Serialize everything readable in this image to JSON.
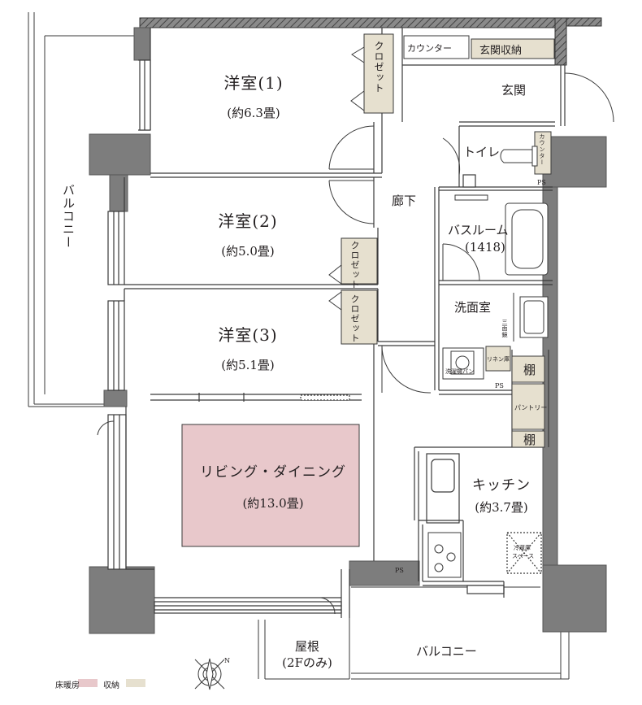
{
  "colors": {
    "wall": "#7d7d7d",
    "wall_dark": "#6f6f6f",
    "line": "#3a3a3a",
    "floor_heating": "#e8c8cb",
    "storage": "#e6e0cf",
    "hatch": "#444444"
  },
  "rooms": {
    "western1": {
      "name": "洋室(1)",
      "area": "(約6.3畳)"
    },
    "western2": {
      "name": "洋室(2)",
      "area": "(約5.0畳)"
    },
    "western3": {
      "name": "洋室(3)",
      "area": "(約5.1畳)"
    },
    "living": {
      "name": "リビング・ダイニング",
      "area": "(約13.0畳)"
    },
    "kitchen": {
      "name": "キッチン",
      "area": "(約3.7畳)"
    },
    "bathroom": {
      "name": "バスルーム",
      "size": "(1418)"
    },
    "washroom": {
      "name": "洗面室"
    },
    "toilet": {
      "name": "トイレ"
    },
    "entrance": {
      "name": "玄関"
    },
    "hallway": {
      "name": "廊下"
    },
    "roof": {
      "name": "屋根",
      "note": "(2Fのみ)"
    },
    "balcony_west": {
      "name": "バルコニー"
    },
    "balcony_south": {
      "name": "バルコニー"
    }
  },
  "fixtures": {
    "closet1": "クロゼット",
    "closet2": "クロゼット",
    "closet3": "クロゼット",
    "counter_entrance": "カウンター",
    "shoe_storage": "玄関収納",
    "counter_toilet": "カウンター",
    "three_mirror": "三面鏡",
    "linen": "リネン庫",
    "washer_pan": "洗濯機パン",
    "shelf_top": "棚",
    "pantry": "パントリー",
    "shelf_bottom": "棚",
    "fridge_space_1": "冷蔵庫",
    "fridge_space_2": "スペース",
    "ps_toilet": "PS",
    "ps_wash": "PS",
    "ps_living": "PS"
  },
  "legend": {
    "floor_heating_label": "床暖房",
    "storage_label": "収納"
  },
  "compass": {
    "north_label": "N"
  }
}
